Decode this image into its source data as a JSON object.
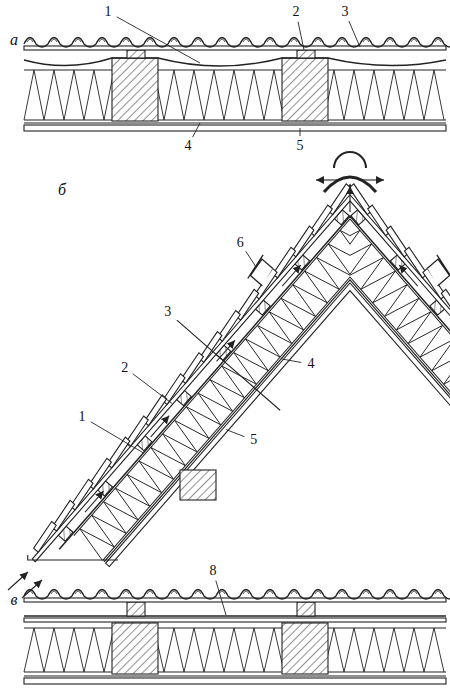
{
  "diagram": {
    "labels": [
      "а",
      "1",
      "2",
      "3",
      "4",
      "5",
      "б",
      "6",
      "3",
      "2",
      "1",
      "4",
      "5",
      "в",
      "8"
    ]
  }
}
